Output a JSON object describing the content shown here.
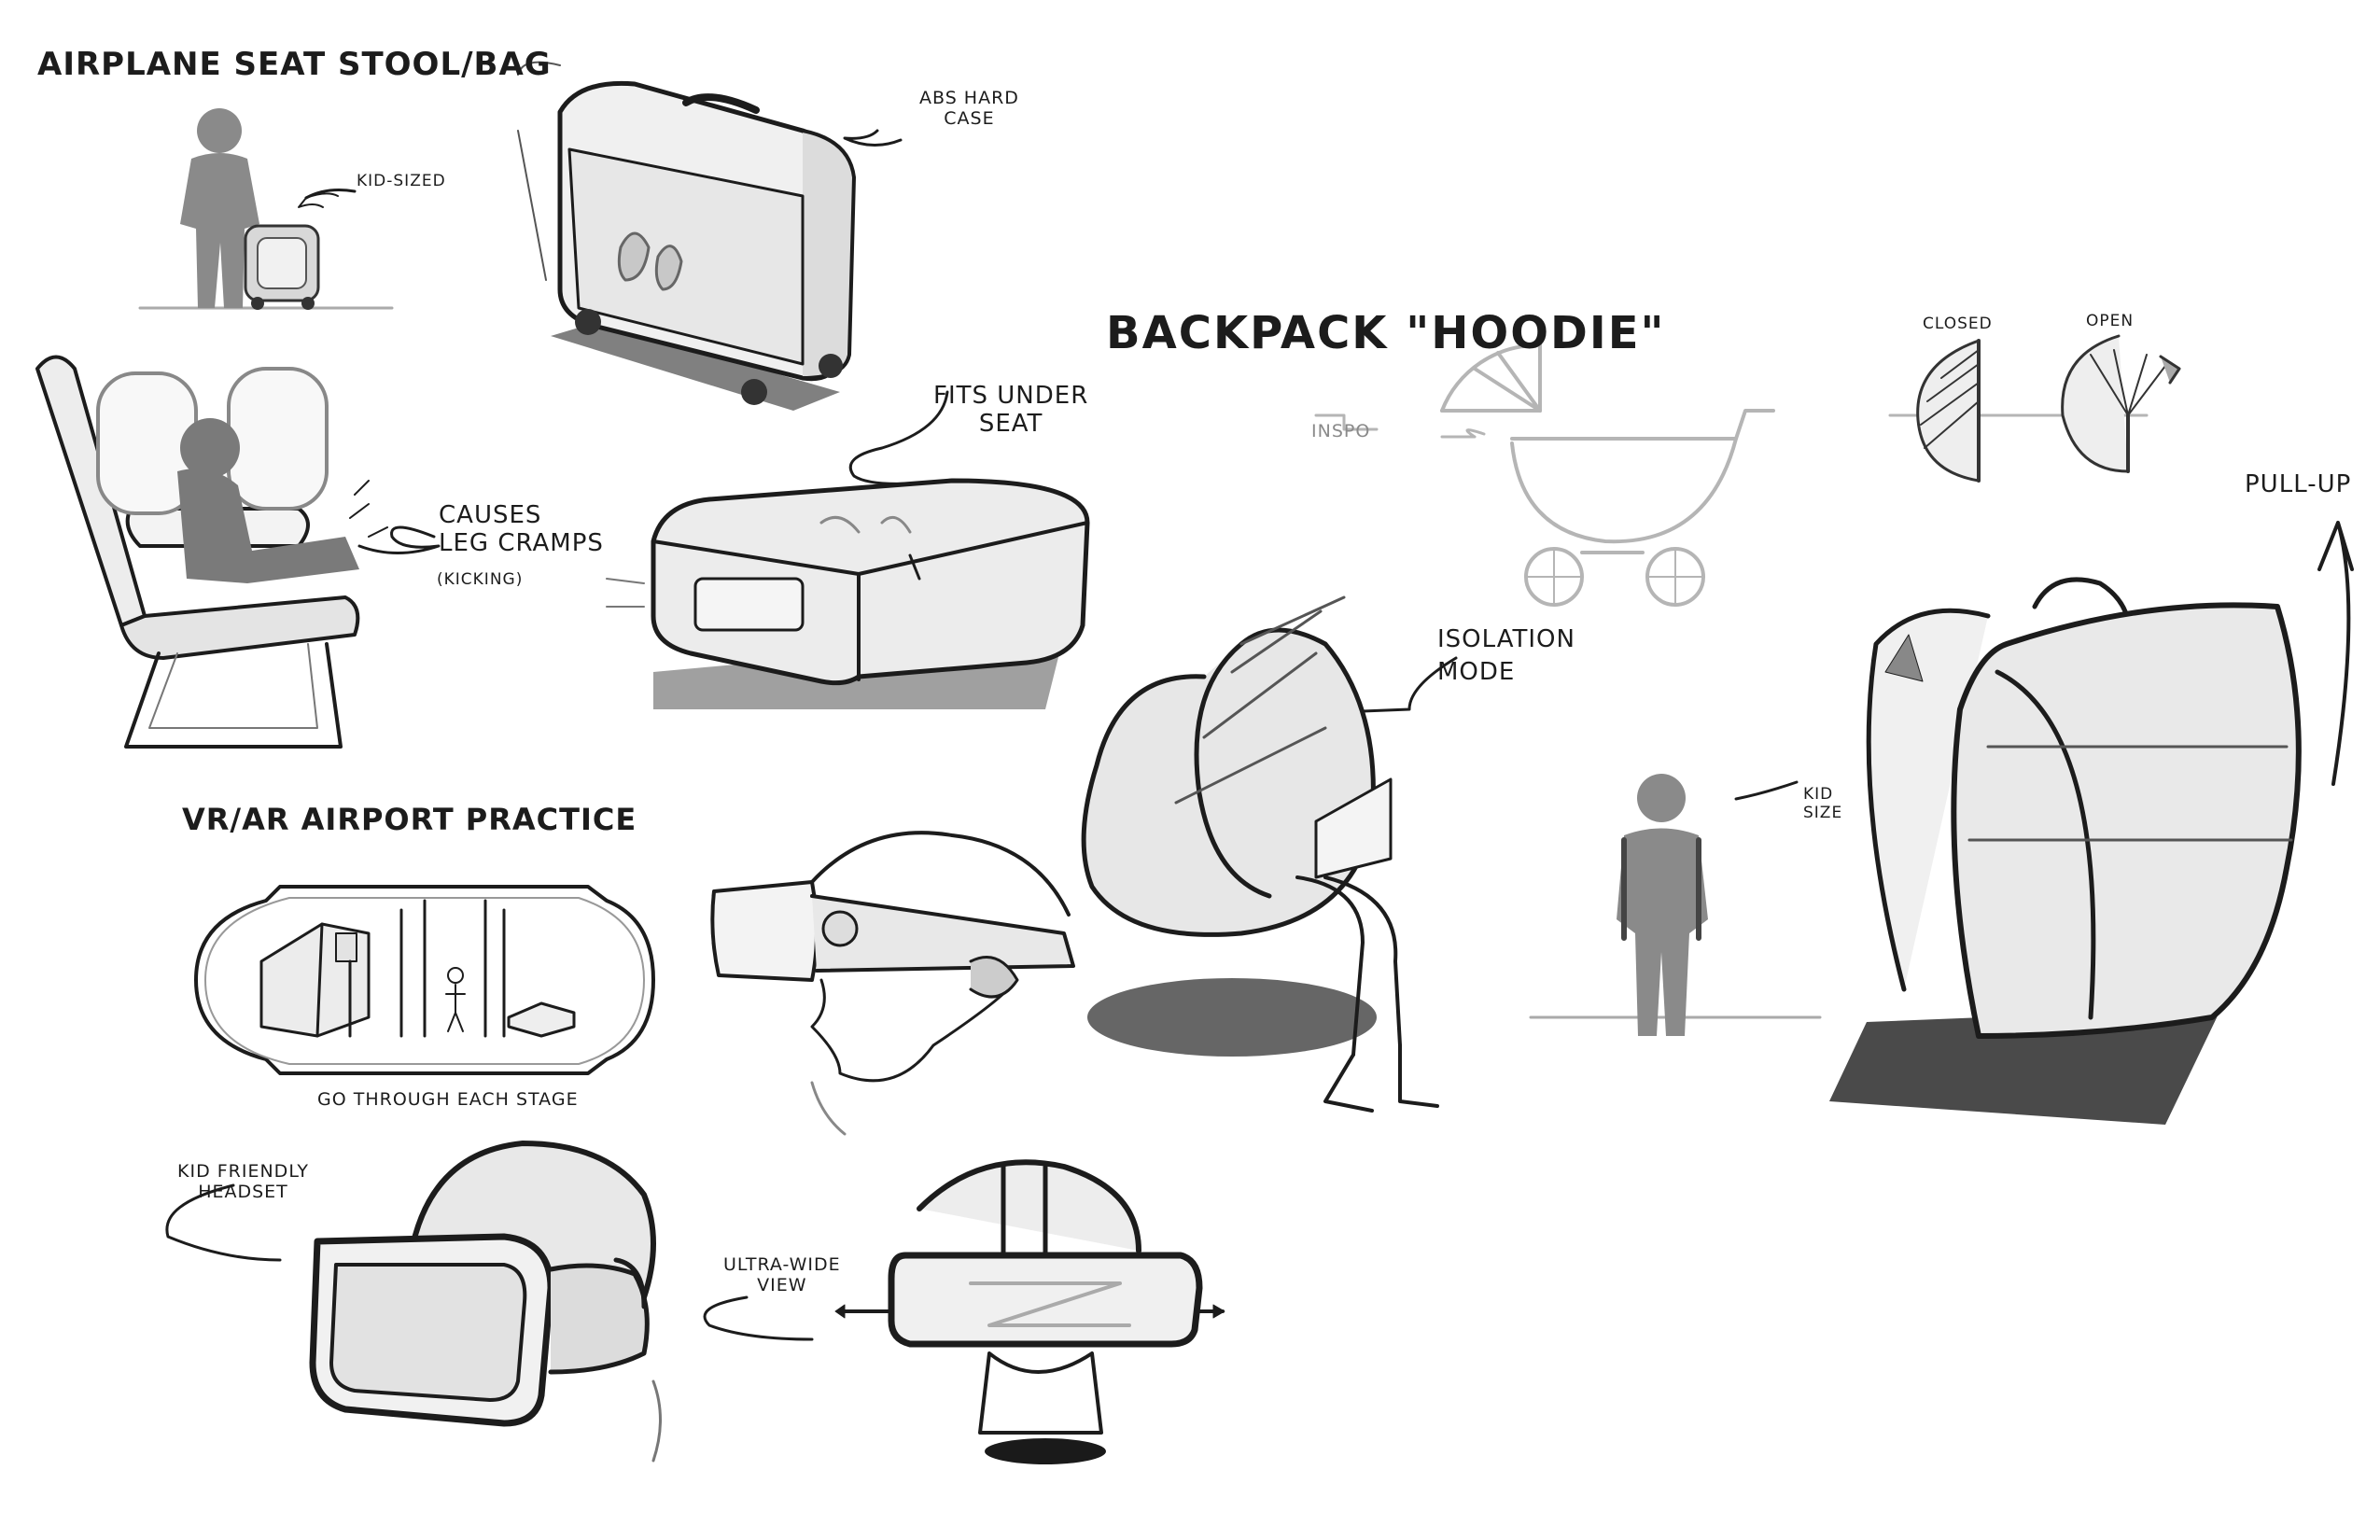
{
  "airplane": {
    "title": "Airplane seat stool/bag",
    "kid_sized": "Kid-sized",
    "abs_hard_case": "ABS hard\ncase",
    "fits_under_seat": "Fits under\nseat",
    "causes_leg_cramps": "Causes\nleg cramps",
    "kicking": "(kicking)"
  },
  "backpack": {
    "title": "Backpack \"hoodie\"",
    "inspo": "Inspo",
    "closed": "Closed",
    "open": "Open",
    "isolation_mode": "Isolation\nmode",
    "kid_size": "Kid\nsize",
    "pull_up": "Pull-up"
  },
  "vr": {
    "title": "VR/AR airport practice",
    "stage_caption": "Go through each stage",
    "kid_friendly_headset": "Kid friendly\nheadset",
    "ultra_wide_view": "Ultra-wide\nview"
  },
  "colors": {
    "ink": "#1c1c1c",
    "shadow": "#5a5a5a",
    "silhouette": "#8a8a8a",
    "pencil": "#b5b5b5"
  }
}
